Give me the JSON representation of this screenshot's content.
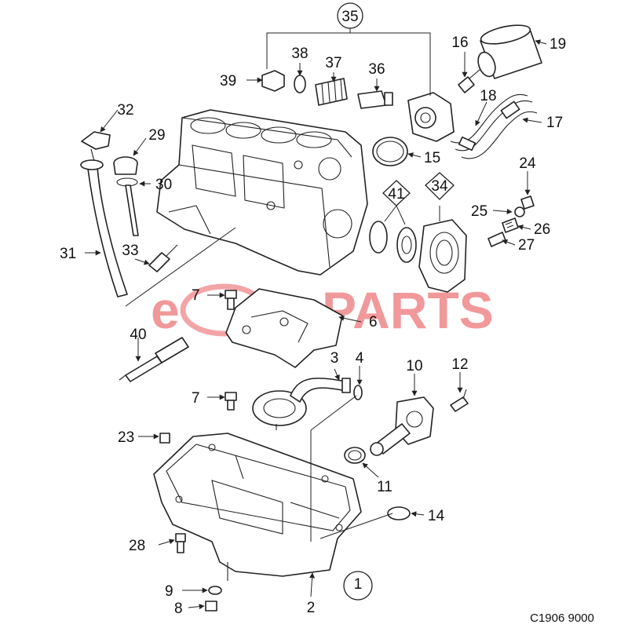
{
  "watermark": {
    "part1": "e",
    "part2": "PARTS",
    "color": "#e21c23"
  },
  "diagram_code": "C1906 9000",
  "callouts": [
    "1",
    "2",
    "3",
    "4",
    "6",
    "7",
    "7",
    "8",
    "9",
    "10",
    "11",
    "12",
    "14",
    "15",
    "16",
    "17",
    "18",
    "19",
    "23",
    "24",
    "25",
    "26",
    "27",
    "28",
    "29",
    "30",
    "31",
    "32",
    "33",
    "34",
    "35",
    "36",
    "37",
    "38",
    "39",
    "40",
    "41"
  ]
}
